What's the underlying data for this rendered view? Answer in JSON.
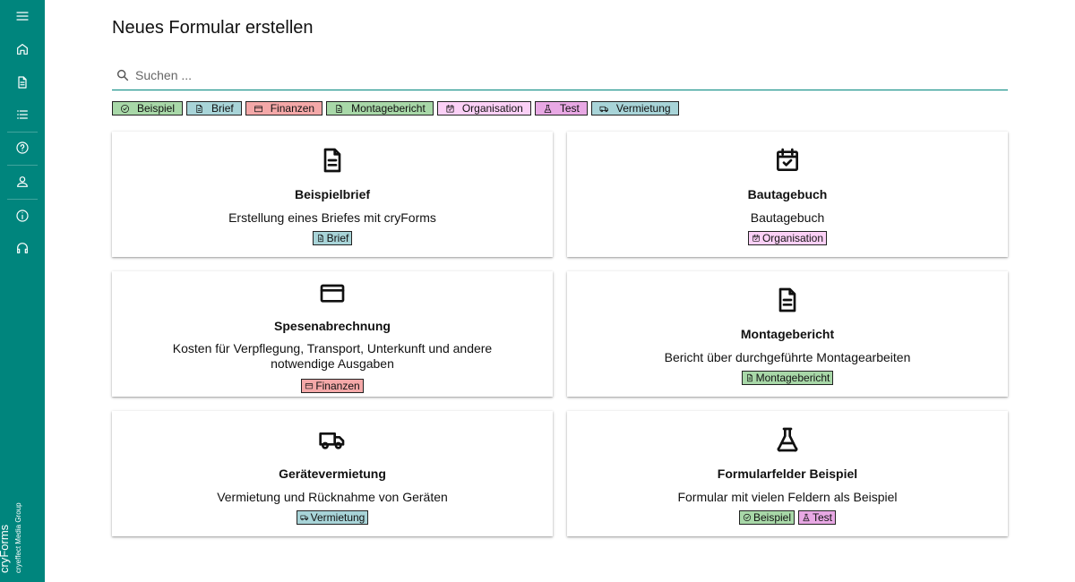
{
  "sidebar": {
    "items": [
      {
        "name": "menu-icon"
      },
      {
        "name": "home-icon"
      },
      {
        "name": "document-icon"
      },
      {
        "name": "list-icon"
      },
      {
        "name": "help-icon"
      },
      {
        "name": "user-icon"
      },
      {
        "name": "info-icon"
      },
      {
        "name": "headset-icon"
      }
    ],
    "brand": "cryForms",
    "brand_sub": "cryeffect Media Group"
  },
  "page": {
    "title": "Neues Formular erstellen",
    "search_placeholder": "Suchen ..."
  },
  "colors": {
    "accent": "#00857d",
    "beispiel": "#a8d8a8",
    "brief": "#a8d4d8",
    "finanzen": "#f4a8a8",
    "montagebericht": "#a8d8a8",
    "organisation": "#fbd0f6",
    "test": "#e8a8e4",
    "vermietung": "#a8d4d8"
  },
  "filters": [
    {
      "label": "Beispiel",
      "icon": "check-circle-icon",
      "color": "#a8d8a8"
    },
    {
      "label": "Brief",
      "icon": "document-icon",
      "color": "#a8d4d8"
    },
    {
      "label": "Finanzen",
      "icon": "credit-card-icon",
      "color": "#f4a8a8"
    },
    {
      "label": "Montagebericht",
      "icon": "document-icon",
      "color": "#a8d8a8"
    },
    {
      "label": "Organisation",
      "icon": "calendar-check-icon",
      "color": "#fbd0f6"
    },
    {
      "label": "Test",
      "icon": "flask-icon",
      "color": "#e8a8e4"
    },
    {
      "label": "Vermietung",
      "icon": "truck-icon",
      "color": "#a8d4d8"
    }
  ],
  "cards": [
    {
      "title": "Beispielbrief",
      "description": "Erstellung eines Briefes mit cryForms",
      "icon": "document-icon",
      "tags": [
        {
          "label": "Brief",
          "icon": "document-icon",
          "color": "#a8d4d8"
        }
      ]
    },
    {
      "title": "Bautagebuch",
      "description": "Bautagebuch",
      "icon": "calendar-check-icon",
      "tags": [
        {
          "label": "Organisation",
          "icon": "calendar-check-icon",
          "color": "#fbd0f6"
        }
      ]
    },
    {
      "title": "Spesenabrechnung",
      "description": "Kosten für Verpflegung, Transport, Unterkunft und andere notwendige Ausgaben",
      "icon": "credit-card-icon",
      "tags": [
        {
          "label": "Finanzen",
          "icon": "credit-card-icon",
          "color": "#f4a8a8"
        }
      ]
    },
    {
      "title": "Montagebericht",
      "description": "Bericht über durchgeführte Montagearbeiten",
      "icon": "document-icon",
      "tags": [
        {
          "label": "Montagebericht",
          "icon": "document-icon",
          "color": "#a8d8a8"
        }
      ]
    },
    {
      "title": "Gerätevermietung",
      "description": "Vermietung und Rücknahme von Geräten",
      "icon": "truck-icon",
      "tags": [
        {
          "label": "Vermietung",
          "icon": "truck-icon",
          "color": "#a8d4d8"
        }
      ]
    },
    {
      "title": "Formularfelder Beispiel",
      "description": "Formular mit vielen Feldern als Beispiel",
      "icon": "flask-icon",
      "tags": [
        {
          "label": "Beispiel",
          "icon": "check-circle-icon",
          "color": "#a8d8a8"
        },
        {
          "label": "Test",
          "icon": "flask-icon",
          "color": "#e8a8e4"
        }
      ]
    }
  ]
}
